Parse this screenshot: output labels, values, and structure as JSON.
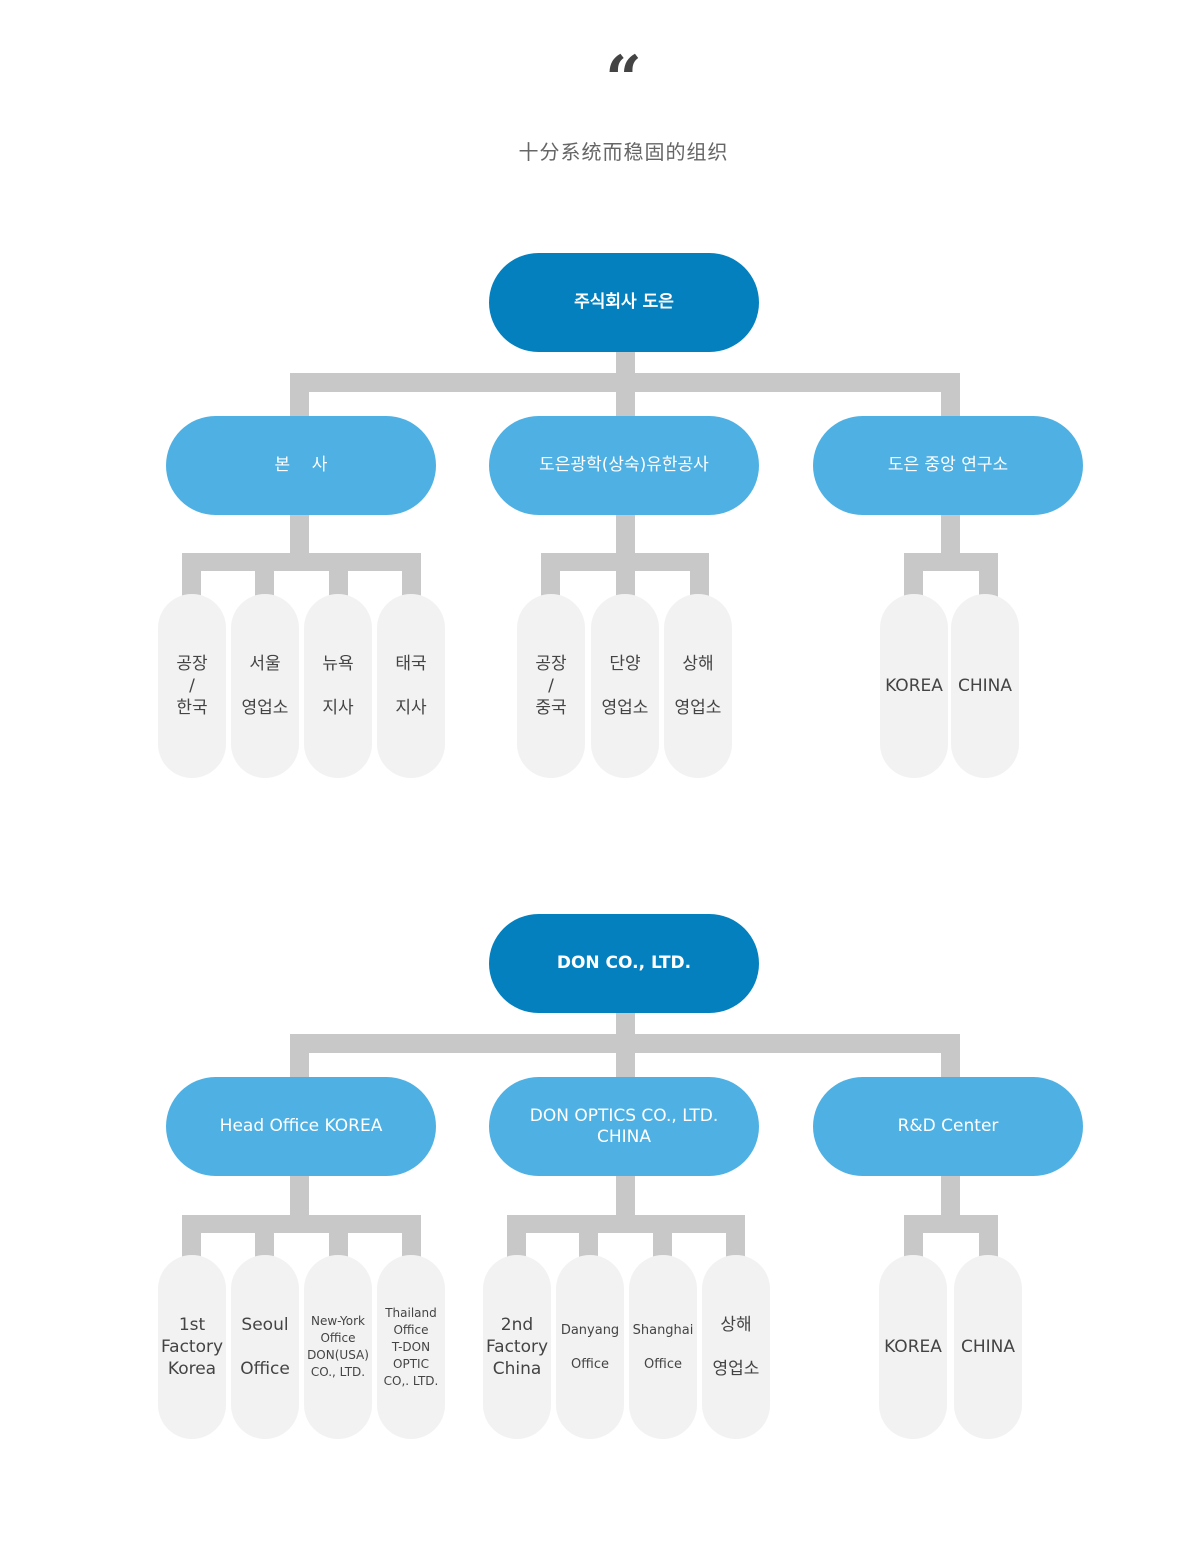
{
  "header": {
    "quote_mark": "“",
    "subtitle": "十分系统而稳固的组织"
  },
  "chart_ko": {
    "root": "주식회사 도은",
    "branches": [
      {
        "label": "본    사",
        "leaves": [
          "공장\n/\n한국",
          "서울\n\n영업소",
          "뉴욕\n\n지사",
          "태국\n\n지사"
        ]
      },
      {
        "label": "도은광학(상숙)유한공사",
        "leaves": [
          "공장\n/\n중국",
          "단양\n\n영업소",
          "상해\n\n영업소"
        ]
      },
      {
        "label": "도은 중앙 연구소",
        "leaves": [
          "KOREA",
          "CHINA"
        ]
      }
    ]
  },
  "chart_en": {
    "root": "DON CO., LTD.",
    "branches": [
      {
        "label": "Head Office KOREA",
        "leaves": [
          "1st\nFactory\nKorea",
          "Seoul\n\nOffice",
          "New-York\nOffice\nDON(USA)\nCO., LTD.",
          "Thailand\nOffice\nT-DON\nOPTIC\nCO,. LTD."
        ]
      },
      {
        "label": "DON OPTICS CO., LTD.\nCHINA",
        "leaves": [
          "2nd\nFactory\nChina",
          "Danyang\n\nOffice",
          "Shanghai\n\nOffice",
          "상해\n\n영업소"
        ]
      },
      {
        "label": "R&D Center",
        "leaves": [
          "KOREA",
          "CHINA"
        ]
      }
    ]
  }
}
